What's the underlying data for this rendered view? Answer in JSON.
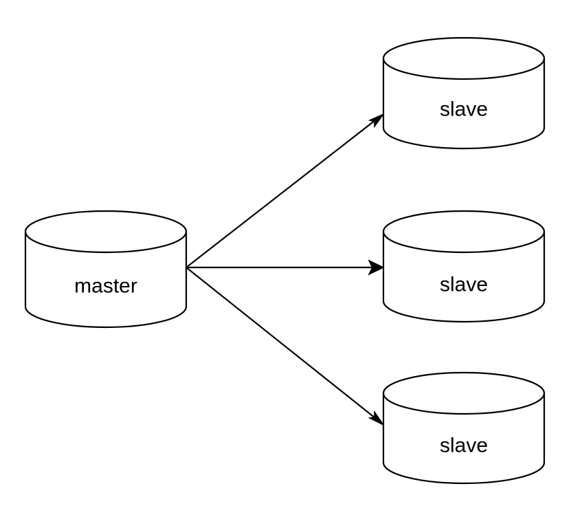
{
  "nodes": {
    "master": {
      "label": "master"
    },
    "slave_top": {
      "label": "slave"
    },
    "slave_middle": {
      "label": "slave"
    },
    "slave_bottom": {
      "label": "slave"
    }
  },
  "edges": [
    {
      "from": "master",
      "to": "slave_top"
    },
    {
      "from": "master",
      "to": "slave_middle"
    },
    {
      "from": "master",
      "to": "slave_bottom"
    }
  ],
  "colors": {
    "stroke": "#000000",
    "fill": "#ffffff",
    "background": "#ffffff"
  }
}
